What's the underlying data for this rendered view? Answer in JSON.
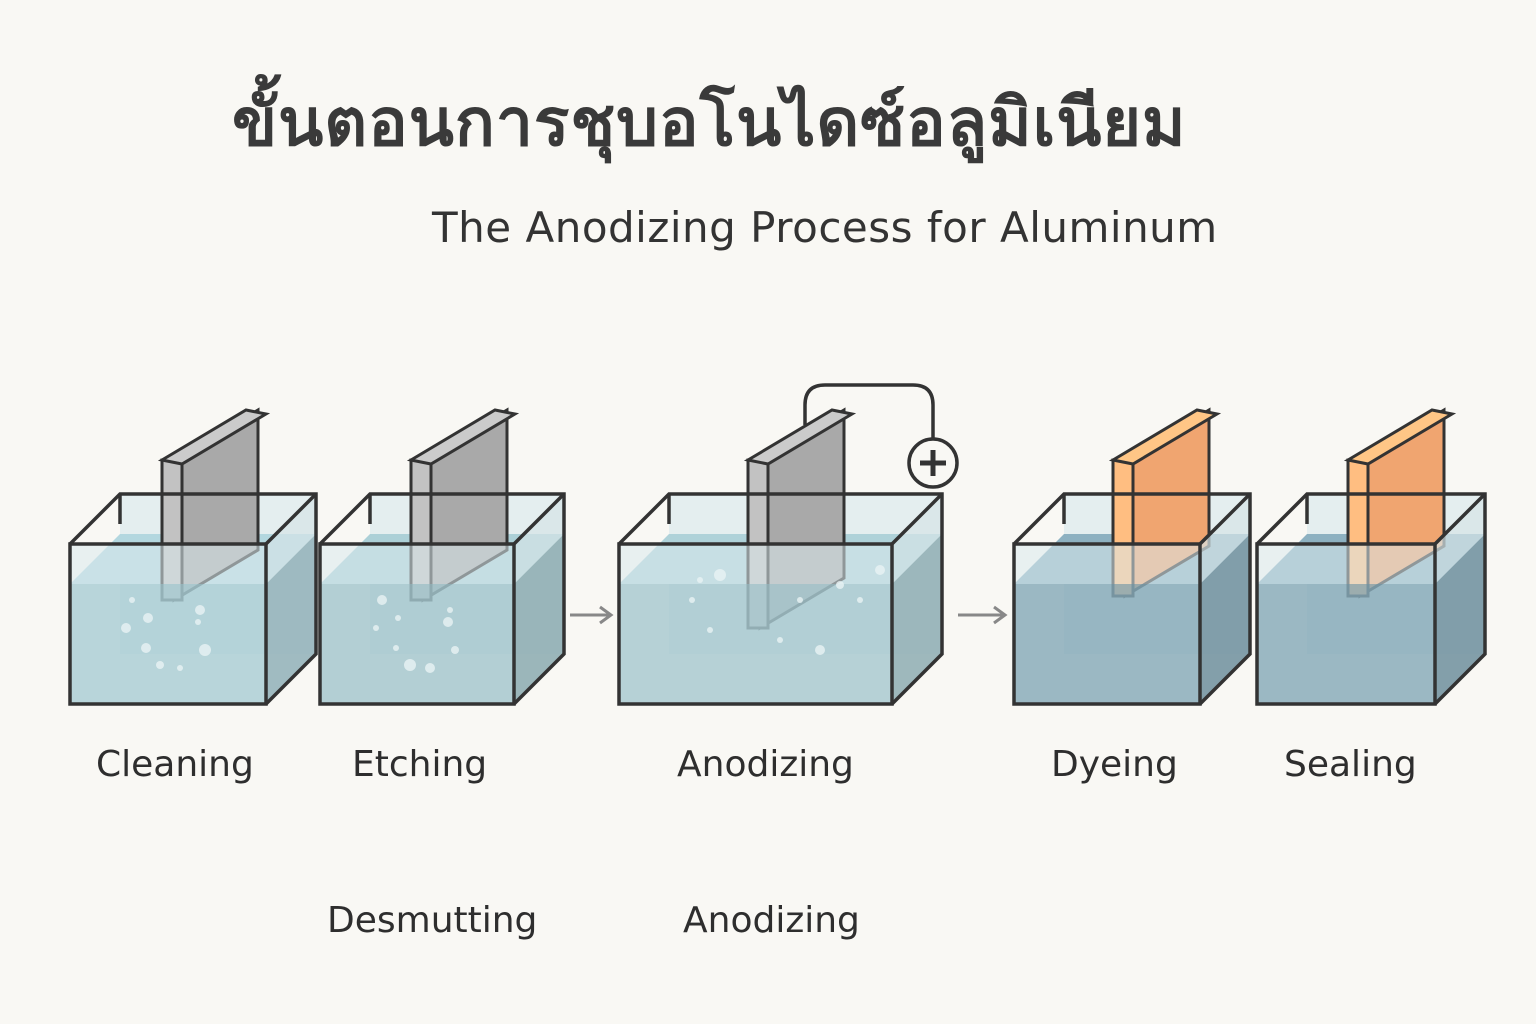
{
  "title_thai": "ขั้นตอนการชุบอโนไดซ์อลูมิเนียม",
  "title_english": "The Anodizing Process for Aluminum",
  "steps": [
    {
      "label": "Cleaning",
      "plate_color": "#a9a9a9",
      "liquid_color": "#aacdd4",
      "bubbles": true
    },
    {
      "label": "Etching",
      "plate_color": "#a9a9a9",
      "liquid_color": "#a4c6cd",
      "bubbles": true
    },
    {
      "label": "Anodizing",
      "plate_color": "#a9a9a9",
      "liquid_color": "#a7c8cf",
      "bubbles": true,
      "power_terminal": "+"
    },
    {
      "label": "Dyeing",
      "plate_color": "#f0a570",
      "liquid_color": "#86a9b8",
      "bubbles": false
    },
    {
      "label": "Sealing",
      "plate_color": "#f0a570",
      "liquid_color": "#86a9b8",
      "bubbles": false
    }
  ],
  "sub_labels": [
    "Desmutting",
    "Anodizing"
  ],
  "arrows": [
    "→",
    "→"
  ],
  "power_symbol": "+"
}
